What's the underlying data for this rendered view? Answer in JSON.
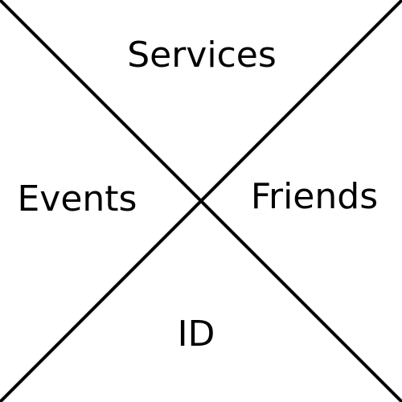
{
  "quadrants": {
    "top": "Services",
    "left": "Events",
    "right": "Friends",
    "bottom": "ID"
  },
  "colors": {
    "background": "#ffffff",
    "line": "#000000",
    "text": "#000000"
  }
}
